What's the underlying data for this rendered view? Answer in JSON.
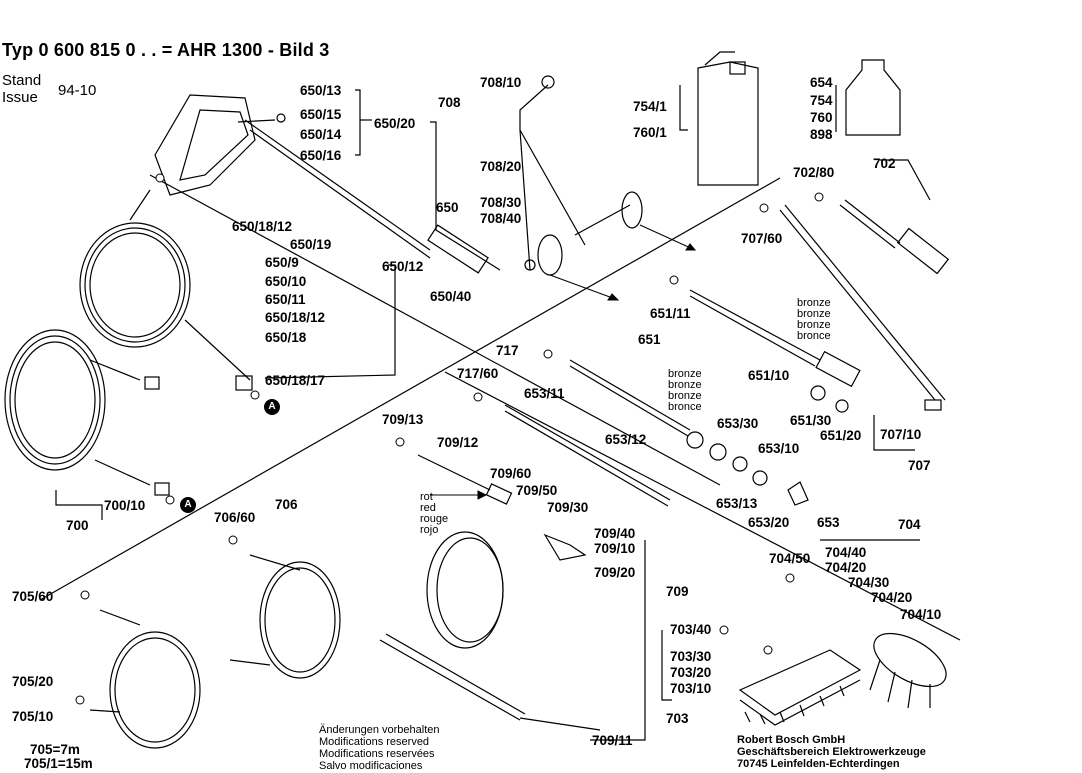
{
  "header": {
    "title": "Typ 0 600 815 0 . . = AHR 1300 - Bild 3",
    "stand_label": "Stand",
    "issue_label": "Issue",
    "stand_value": "94-10"
  },
  "labels": {
    "p650_13": "650/13",
    "p650_15": "650/15",
    "p650_14": "650/14",
    "p650_16": "650/16",
    "p650_20": "650/20",
    "p650": "650",
    "p650_18_12a": "650/18/12",
    "p650_19": "650/19",
    "p650_9": "650/9",
    "p650_10": "650/10",
    "p650_11": "650/11",
    "p650_18_12b": "650/18/12",
    "p650_12": "650/12",
    "p650_40": "650/40",
    "p650_18": "650/18",
    "p650_18_17": "650/18/17",
    "p708_10": "708/10",
    "p708": "708",
    "p708_20": "708/20",
    "p708_30": "708/30",
    "p708_40": "708/40",
    "p754_1": "754/1",
    "p760_1": "760/1",
    "p654": "654",
    "p754": "754",
    "p760": "760",
    "p898": "898",
    "p702": "702",
    "p702_80": "702/80",
    "p707_60": "707/60",
    "p707_10": "707/10",
    "p707": "707",
    "p651_11": "651/11",
    "p651": "651",
    "p651_10": "651/10",
    "p651_30": "651/30",
    "p651_20": "651/20",
    "p717": "717",
    "p717_60": "717/60",
    "p653_11": "653/11",
    "p653_12": "653/12",
    "p653_30": "653/30",
    "p653_10": "653/10",
    "p653_13": "653/13",
    "p653_20": "653/20",
    "p653": "653",
    "p709_13": "709/13",
    "p709_12": "709/12",
    "p709_60": "709/60",
    "p709_50": "709/50",
    "p709_30": "709/30",
    "p709_40": "709/40",
    "p709_10": "709/10",
    "p709_20": "709/20",
    "p709": "709",
    "p709_11": "709/11",
    "p700_10": "700/10",
    "p700": "700",
    "p706": "706",
    "p706_60": "706/60",
    "p705_60": "705/60",
    "p705_20": "705/20",
    "p705_10": "705/10",
    "p705_7m": "705=7m",
    "p705_1_15m": "705/1=15m",
    "p704": "704",
    "p704_50": "704/50",
    "p704_40": "704/40",
    "p704_20a": "704/20",
    "p704_30": "704/30",
    "p704_20b": "704/20",
    "p704_10": "704/10",
    "p703_40": "703/40",
    "p703_30": "703/30",
    "p703_20": "703/20",
    "p703_10": "703/10",
    "p703": "703",
    "circle_a": "A"
  },
  "notes": {
    "bronze_upper": [
      "bronze",
      "bronze",
      "bronze",
      "bronce"
    ],
    "bronze_lower": [
      "bronze",
      "bronze",
      "bronze",
      "bronce"
    ],
    "red": [
      "rot",
      "red",
      "rouge",
      "rojo"
    ],
    "changes": [
      "Änderungen vorbehalten",
      "Modifications reserved",
      "Modifications reservées",
      "Salvo modificaciones"
    ],
    "company": [
      "Robert Bosch GmbH",
      "Geschäftsbereich Elektrowerkzeuge",
      "70745 Leinfelden-Echterdingen"
    ]
  }
}
